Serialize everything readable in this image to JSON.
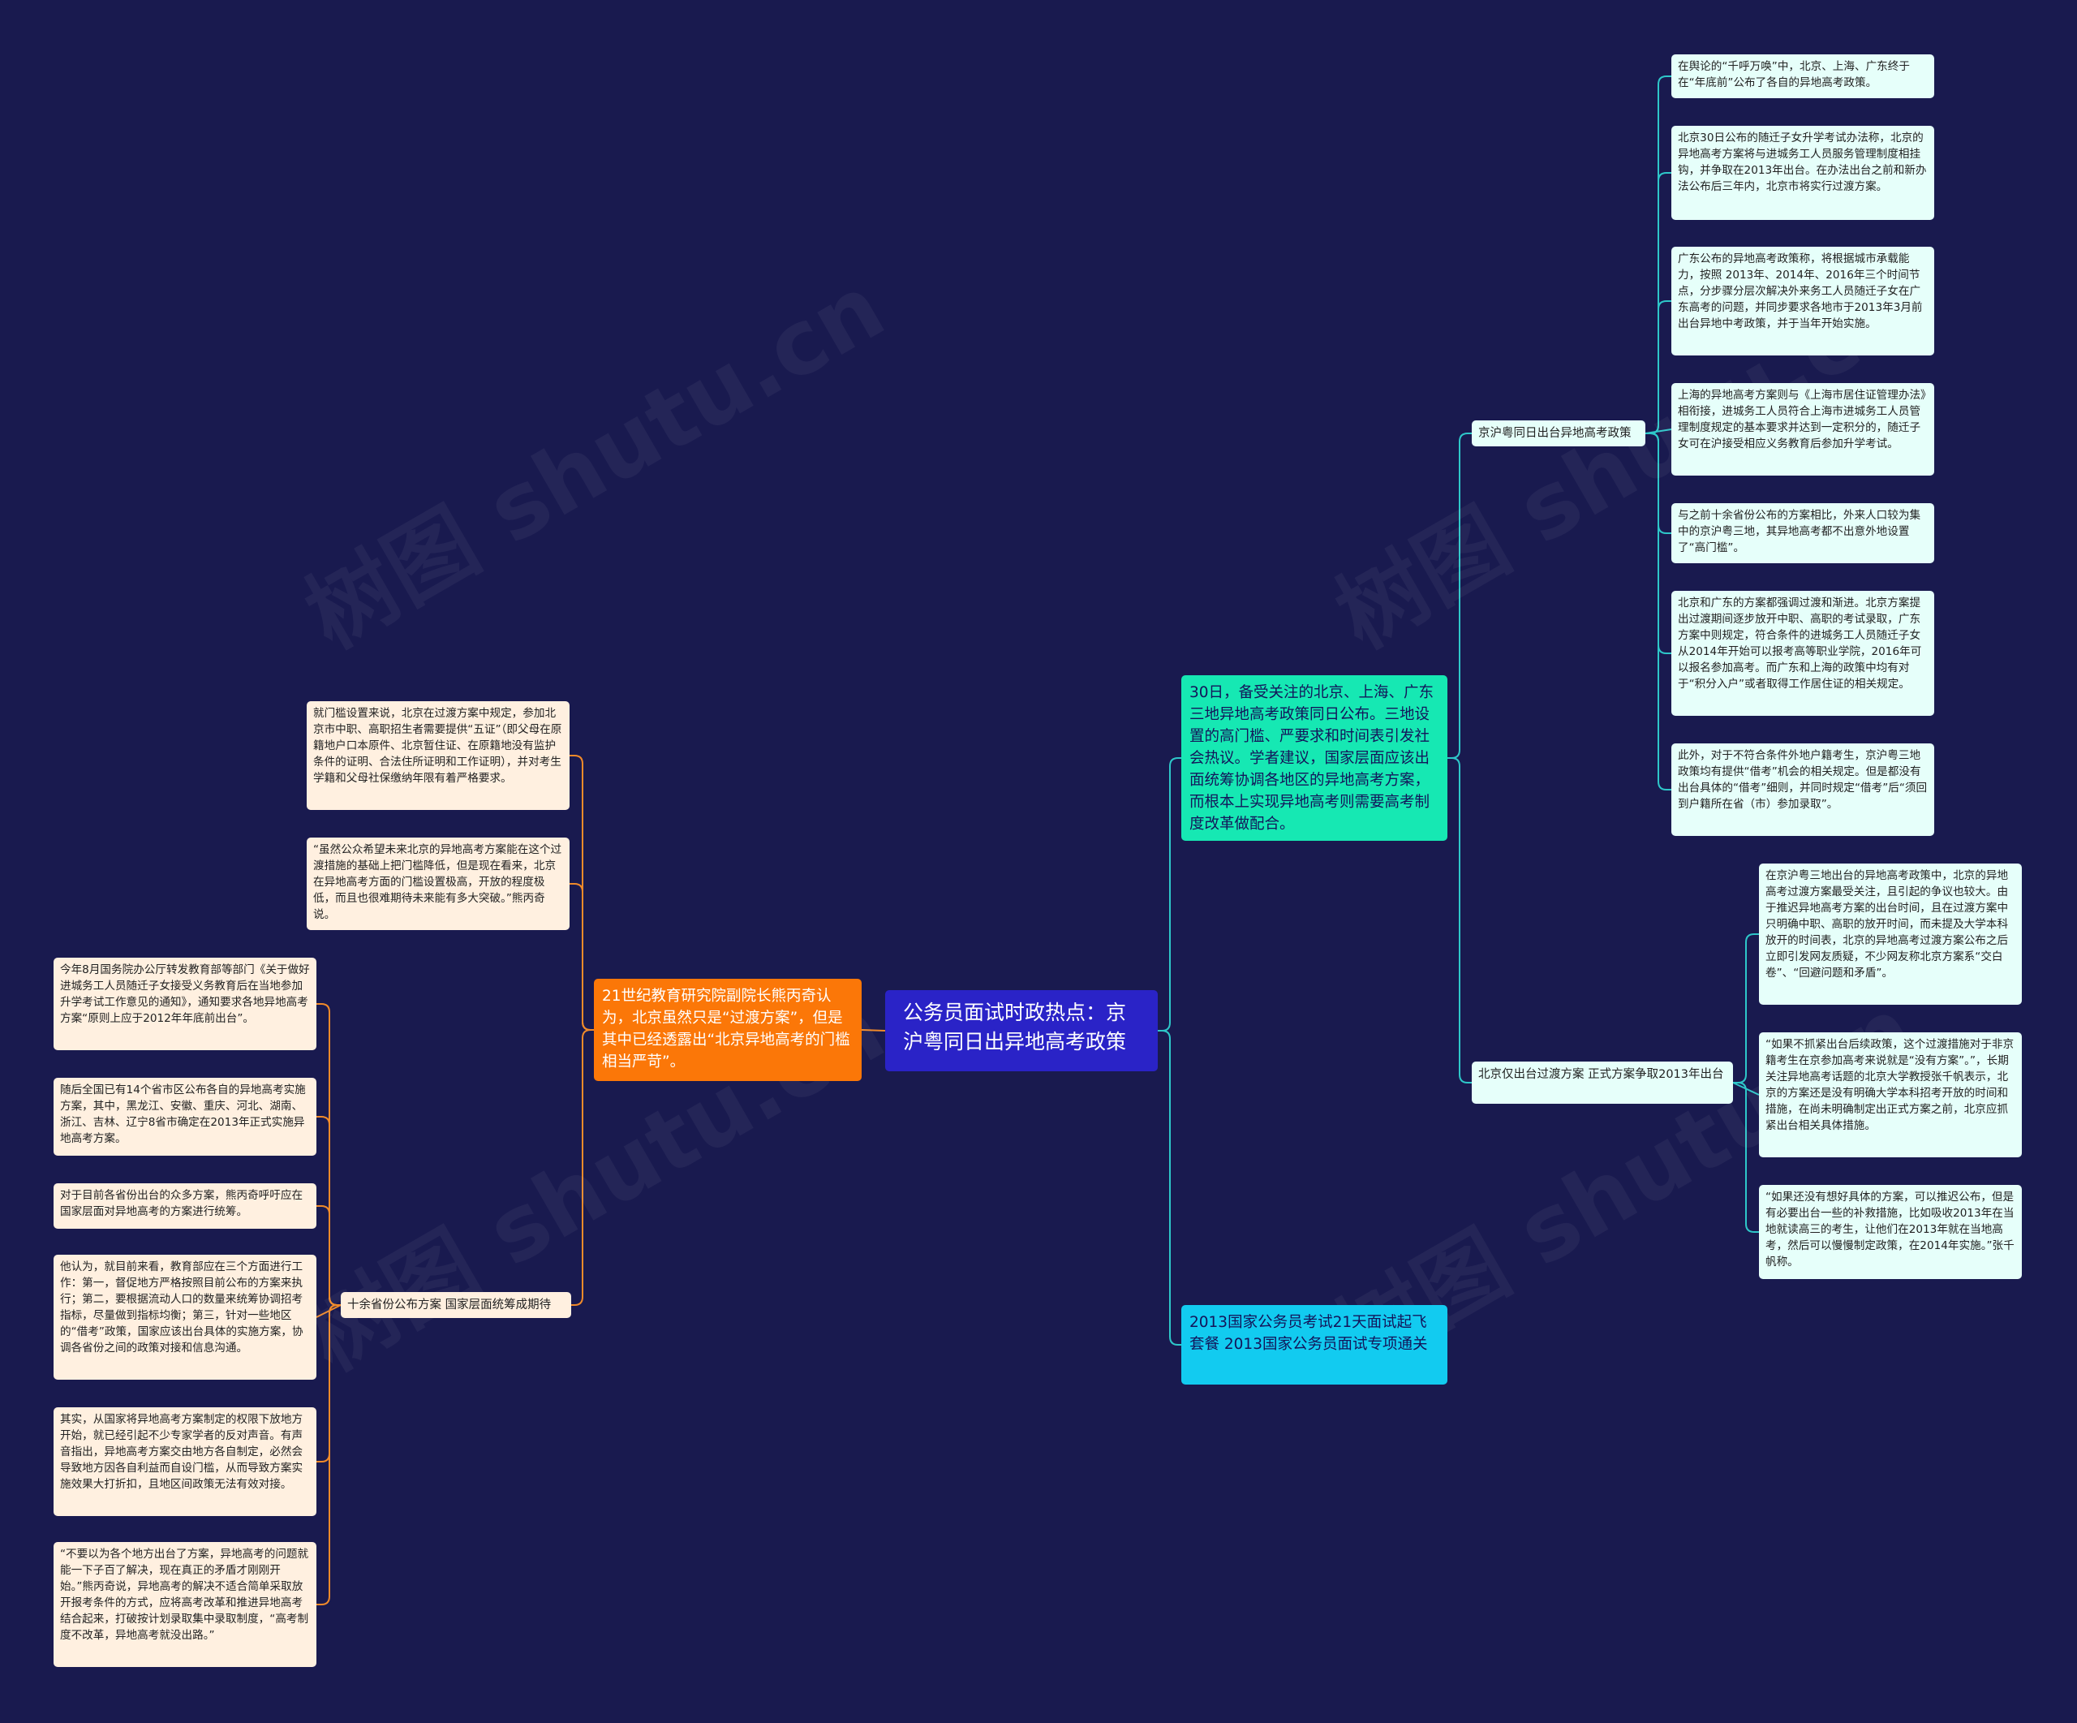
{
  "watermark": "树图 shutu.cn",
  "colors": {
    "background": "#191a4f",
    "root": "#2a23c7",
    "main_green": "#16e8b3",
    "main_blue": "#12cbf0",
    "main_orange": "#fb7708",
    "line_right": "#2ec7c9",
    "line_left": "#f08a2a"
  },
  "root": {
    "text": "公务员面试时政热点：京沪粤同日出异地高考政策"
  },
  "right": {
    "main1": {
      "text": "30日，备受关注的北京、上海、广东三地异地高考政策同日公布。三地设置的高门槛、严要求和时间表引发社会热议。学者建议，国家层面应该出面统筹协调各地区的异地高考方案，而根本上实现异地高考则需要高考制度改革做配合。",
      "sub1": {
        "label": "京沪粤同日出台异地高考政策",
        "leaves": [
          "在舆论的“千呼万唤”中，北京、上海、广东终于在“年底前”公布了各自的异地高考政策。",
          "北京30日公布的随迁子女升学考试办法称，北京的异地高考方案将与进城务工人员服务管理制度相挂钩，并争取在2013年出台。在办法出台之前和新办法公布后三年内，北京市将实行过渡方案。",
          "广东公布的异地高考政策称，将根据城市承载能力，按照 2013年、2014年、2016年三个时间节点，分步骤分层次解决外来务工人员随迁子女在广东高考的问题，并同步要求各地市于2013年3月前出台异地中考政策，并于当年开始实施。",
          "上海的异地高考方案则与《上海市居住证管理办法》相衔接，进城务工人员符合上海市进城务工人员管理制度规定的基本要求并达到一定积分的，随迁子女可在沪接受相应义务教育后参加升学考试。",
          "与之前十余省份公布的方案相比，外来人口较为集中的京沪粤三地，其异地高考都不出意外地设置了“高门槛”。",
          "北京和广东的方案都强调过渡和渐进。北京方案提出过渡期间逐步放开中职、高职的考试录取，广东方案中则规定，符合条件的进城务工人员随迁子女从2014年开始可以报考高等职业学院，2016年可以报名参加高考。而广东和上海的政策中均有对于“积分入户”或者取得工作居住证的相关规定。",
          "此外，对于不符合条件外地户籍考生，京沪粤三地政策均有提供“借考”机会的相关规定。但是都没有出台具体的“借考”细则，并同时规定“借考”后“须回到户籍所在省（市）参加录取”。"
        ]
      },
      "sub2": {
        "label": "北京仅出台过渡方案 正式方案争取2013年出台",
        "leaves": [
          "在京沪粤三地出台的异地高考政策中，北京的异地高考过渡方案最受关注，且引起的争议也较大。由于推迟异地高考方案的出台时间，且在过渡方案中只明确中职、高职的放开时间，而未提及大学本科放开的时间表，北京的异地高考过渡方案公布之后立即引发网友质疑，不少网友称北京方案系“交白卷”、“回避问题和矛盾”。",
          "“如果不抓紧出台后续政策，这个过渡措施对于非京籍考生在京参加高考来说就是“没有方案”。”，长期关注异地高考话题的北京大学教授张千帆表示，北京的方案还是没有明确大学本科招考开放的时间和措施，在尚未明确制定出正式方案之前，北京应抓紧出台相关具体措施。",
          "“如果还没有想好具体的方案，可以推迟公布，但是有必要出台一些的补救措施，比如吸收2013年在当地就读高三的考生，让他们在2013年就在当地高考，然后可以慢慢制定政策，在2014年实施。”张千帆称。"
        ]
      }
    },
    "main2": {
      "text": "2013国家公务员考试21天面试起飞套餐 2013国家公务员面试专项通关"
    }
  },
  "left": {
    "main": {
      "text": "21世纪教育研究院副院长熊丙奇认为，北京虽然只是“过渡方案”，但是其中已经透露出“北京异地高考的门槛相当严苛”。",
      "direct_leaves": [
        "就门槛设置来说，北京在过渡方案中规定，参加北京市中职、高职招生者需要提供“五证”（即父母在原籍地户口本原件、北京暂住证、在原籍地没有监护条件的证明、合法住所证明和工作证明），并对考生学籍和父母社保缴纳年限有着严格要求。",
        "“虽然公众希望未来北京的异地高考方案能在这个过渡措施的基础上把门槛降低，但是现在看来，北京在异地高考方面的门槛设置极高，开放的程度极低，而且也很难期待未来能有多大突破。”熊丙奇说。"
      ],
      "sub": {
        "label": "十余省份公布方案 国家层面统筹成期待",
        "leaves": [
          "今年8月国务院办公厅转发教育部等部门《关于做好进城务工人员随迁子女接受义务教育后在当地参加升学考试工作意见的通知》，通知要求各地异地高考方案“原则上应于2012年年底前出台”。",
          "随后全国已有14个省市区公布各自的异地高考实施方案，其中，黑龙江、安徽、重庆、河北、湖南、浙江、吉林、辽宁8省市确定在2013年正式实施异地高考方案。",
          "对于目前各省份出台的众多方案，熊丙奇呼吁应在国家层面对异地高考的方案进行统筹。",
          "他认为，就目前来看，教育部应在三个方面进行工作：第一，督促地方严格按照目前公布的方案来执行；第二，要根据流动人口的数量来统筹协调招考指标，尽量做到指标均衡；第三，针对一些地区的“借考”政策，国家应该出台具体的实施方案，协调各省份之间的政策对接和信息沟通。",
          "其实，从国家将异地高考方案制定的权限下放地方开始，就已经引起不少专家学者的反对声音。有声音指出，异地高考方案交由地方各自制定，必然会导致地方因各自利益而自设门槛，从而导致方案实施效果大打折扣，且地区间政策无法有效对接。",
          "“不要以为各个地方出台了方案，异地高考的问题就能一下子百了解决，现在真正的矛盾才刚刚开始。”熊丙奇说，异地高考的解决不适合简单采取放开报考条件的方式，应将高考改革和推进异地高考结合起来，打破按计划录取集中录取制度，“高考制度不改革，异地高考就没出路。”"
        ]
      }
    }
  }
}
